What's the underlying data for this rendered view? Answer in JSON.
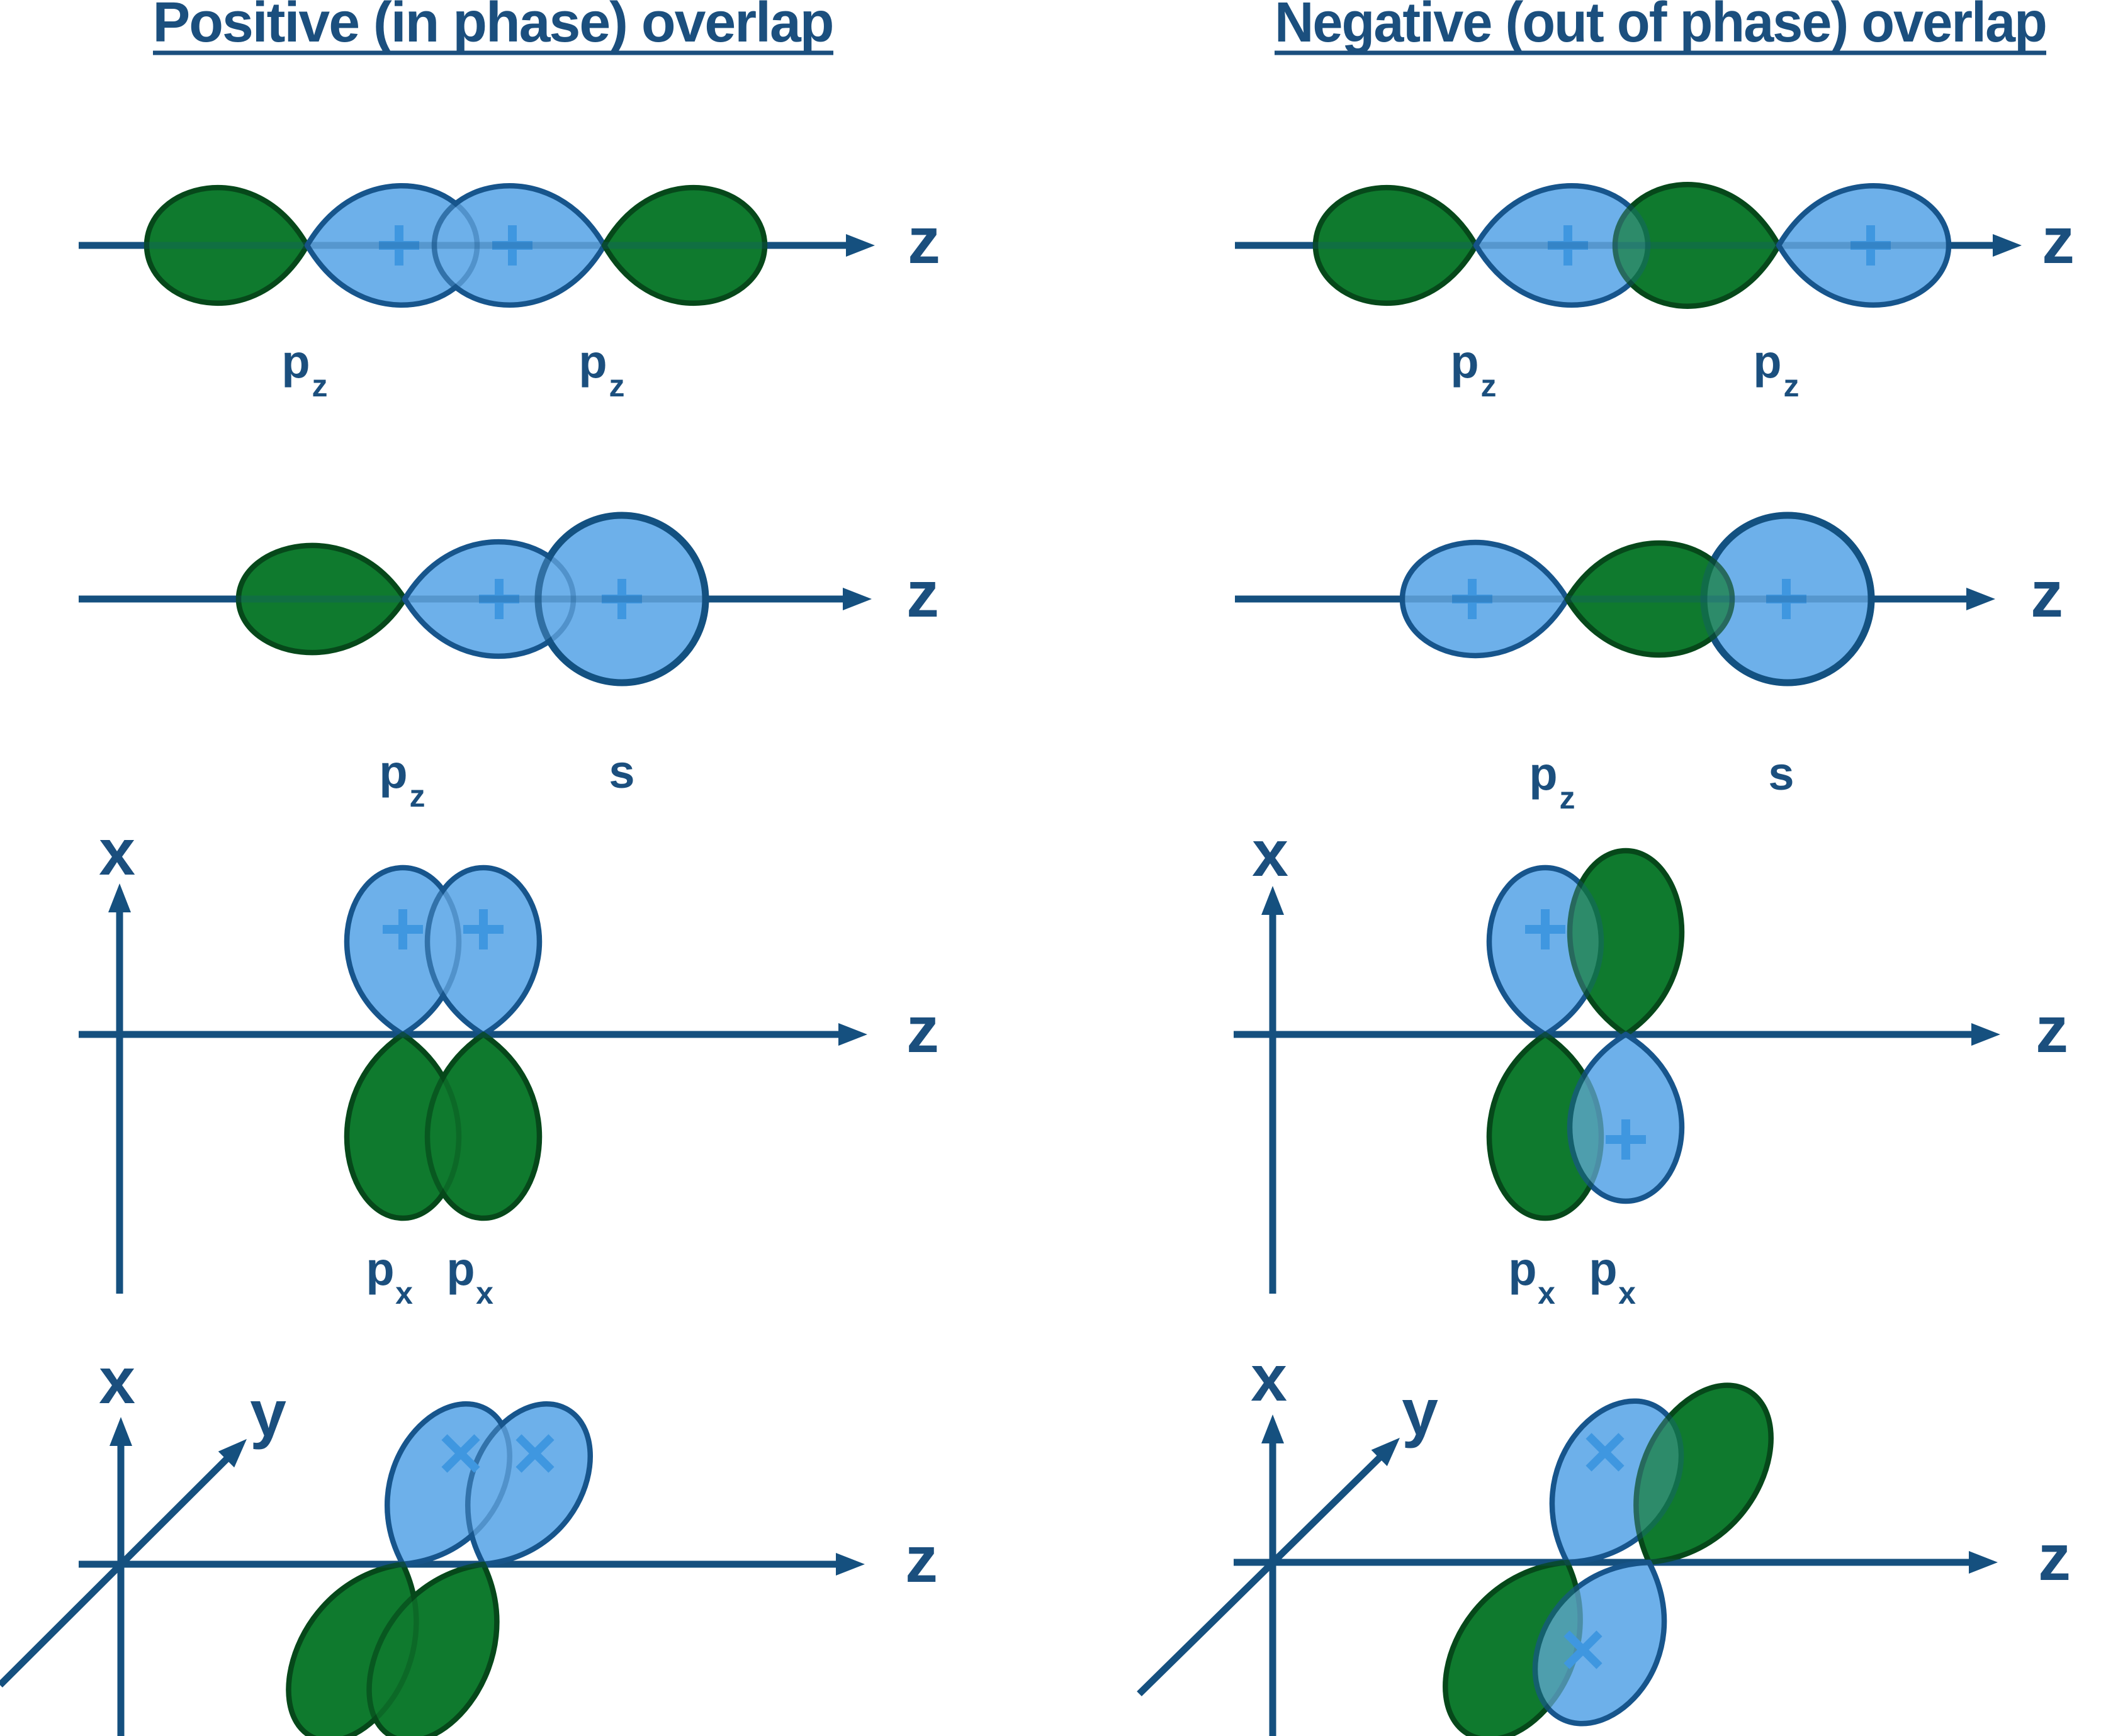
{
  "palette": {
    "background": "#ffffff",
    "ink": "#1b4f7e",
    "axis": "#15507f",
    "green_fill": "#0f7a2e",
    "green_stroke": "#06481a",
    "blue_fill": "#6db0ea",
    "blue_stroke": "#17558c",
    "s_stroke": "#135181",
    "phase_mark": "#3f97e0"
  },
  "titles": {
    "left": "Positive (in phase) overlap",
    "right": "Negative (out of phase) overlap"
  },
  "axis_letters": {
    "x": "x",
    "y": "y",
    "z": "z"
  },
  "orbital_labels": {
    "p_base": "p",
    "z_sub": "z",
    "x_sub": "x",
    "s": "s"
  },
  "phase_marks": {
    "in_phase": "+",
    "out_of_phase": "×"
  }
}
